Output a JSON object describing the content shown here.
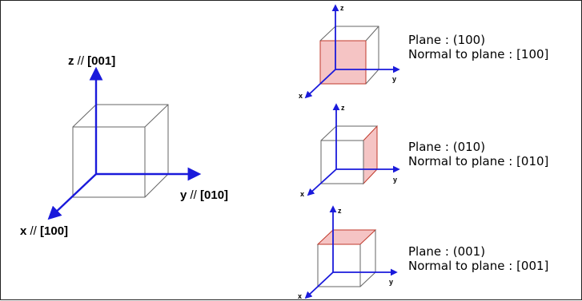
{
  "main": {
    "axis_x": {
      "letter": "x",
      "sep": " // ",
      "index": "[100]"
    },
    "axis_y": {
      "letter": "y",
      "sep": " // ",
      "index": "[010]"
    },
    "axis_z": {
      "letter": "z",
      "sep": " // ",
      "index": "[001]"
    }
  },
  "small_axes": {
    "x": "x",
    "y": "y",
    "z": "z"
  },
  "planes": [
    {
      "plane": "Plane : (100)",
      "normal": "Normal to plane : [100]"
    },
    {
      "plane": "Plane : (010)",
      "normal": "Normal to plane : [010]"
    },
    {
      "plane": "Plane : (001)",
      "normal": "Normal to plane : [001]"
    }
  ],
  "colors": {
    "axis": "#1a1adb",
    "cube_edge": "#666666",
    "face_fill": "#f5c4c4",
    "face_edge": "#c0392b"
  }
}
